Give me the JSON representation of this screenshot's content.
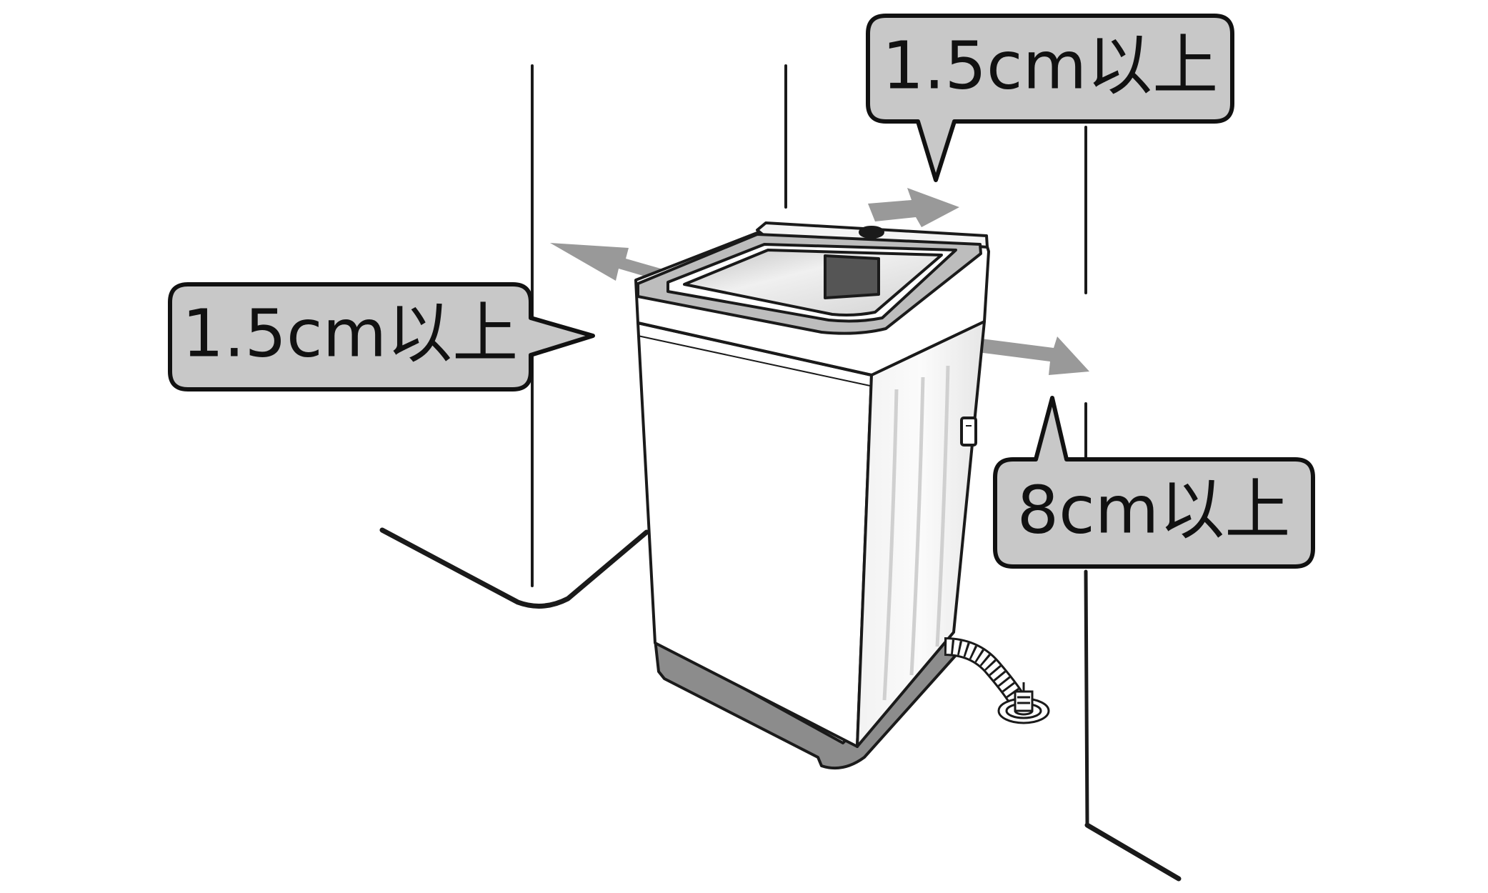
{
  "callouts": {
    "top": {
      "label": "1.5cm以上"
    },
    "left": {
      "label": "1.5cm以上"
    },
    "right": {
      "label": "8cm以上"
    }
  },
  "colors": {
    "ink": "#1a1a1a",
    "callout_fill": "#c8c8c8",
    "arrow": "#999999",
    "base": "#8c8c8c",
    "lid": "#bdbdbd",
    "drum": "#dcdcdc"
  }
}
